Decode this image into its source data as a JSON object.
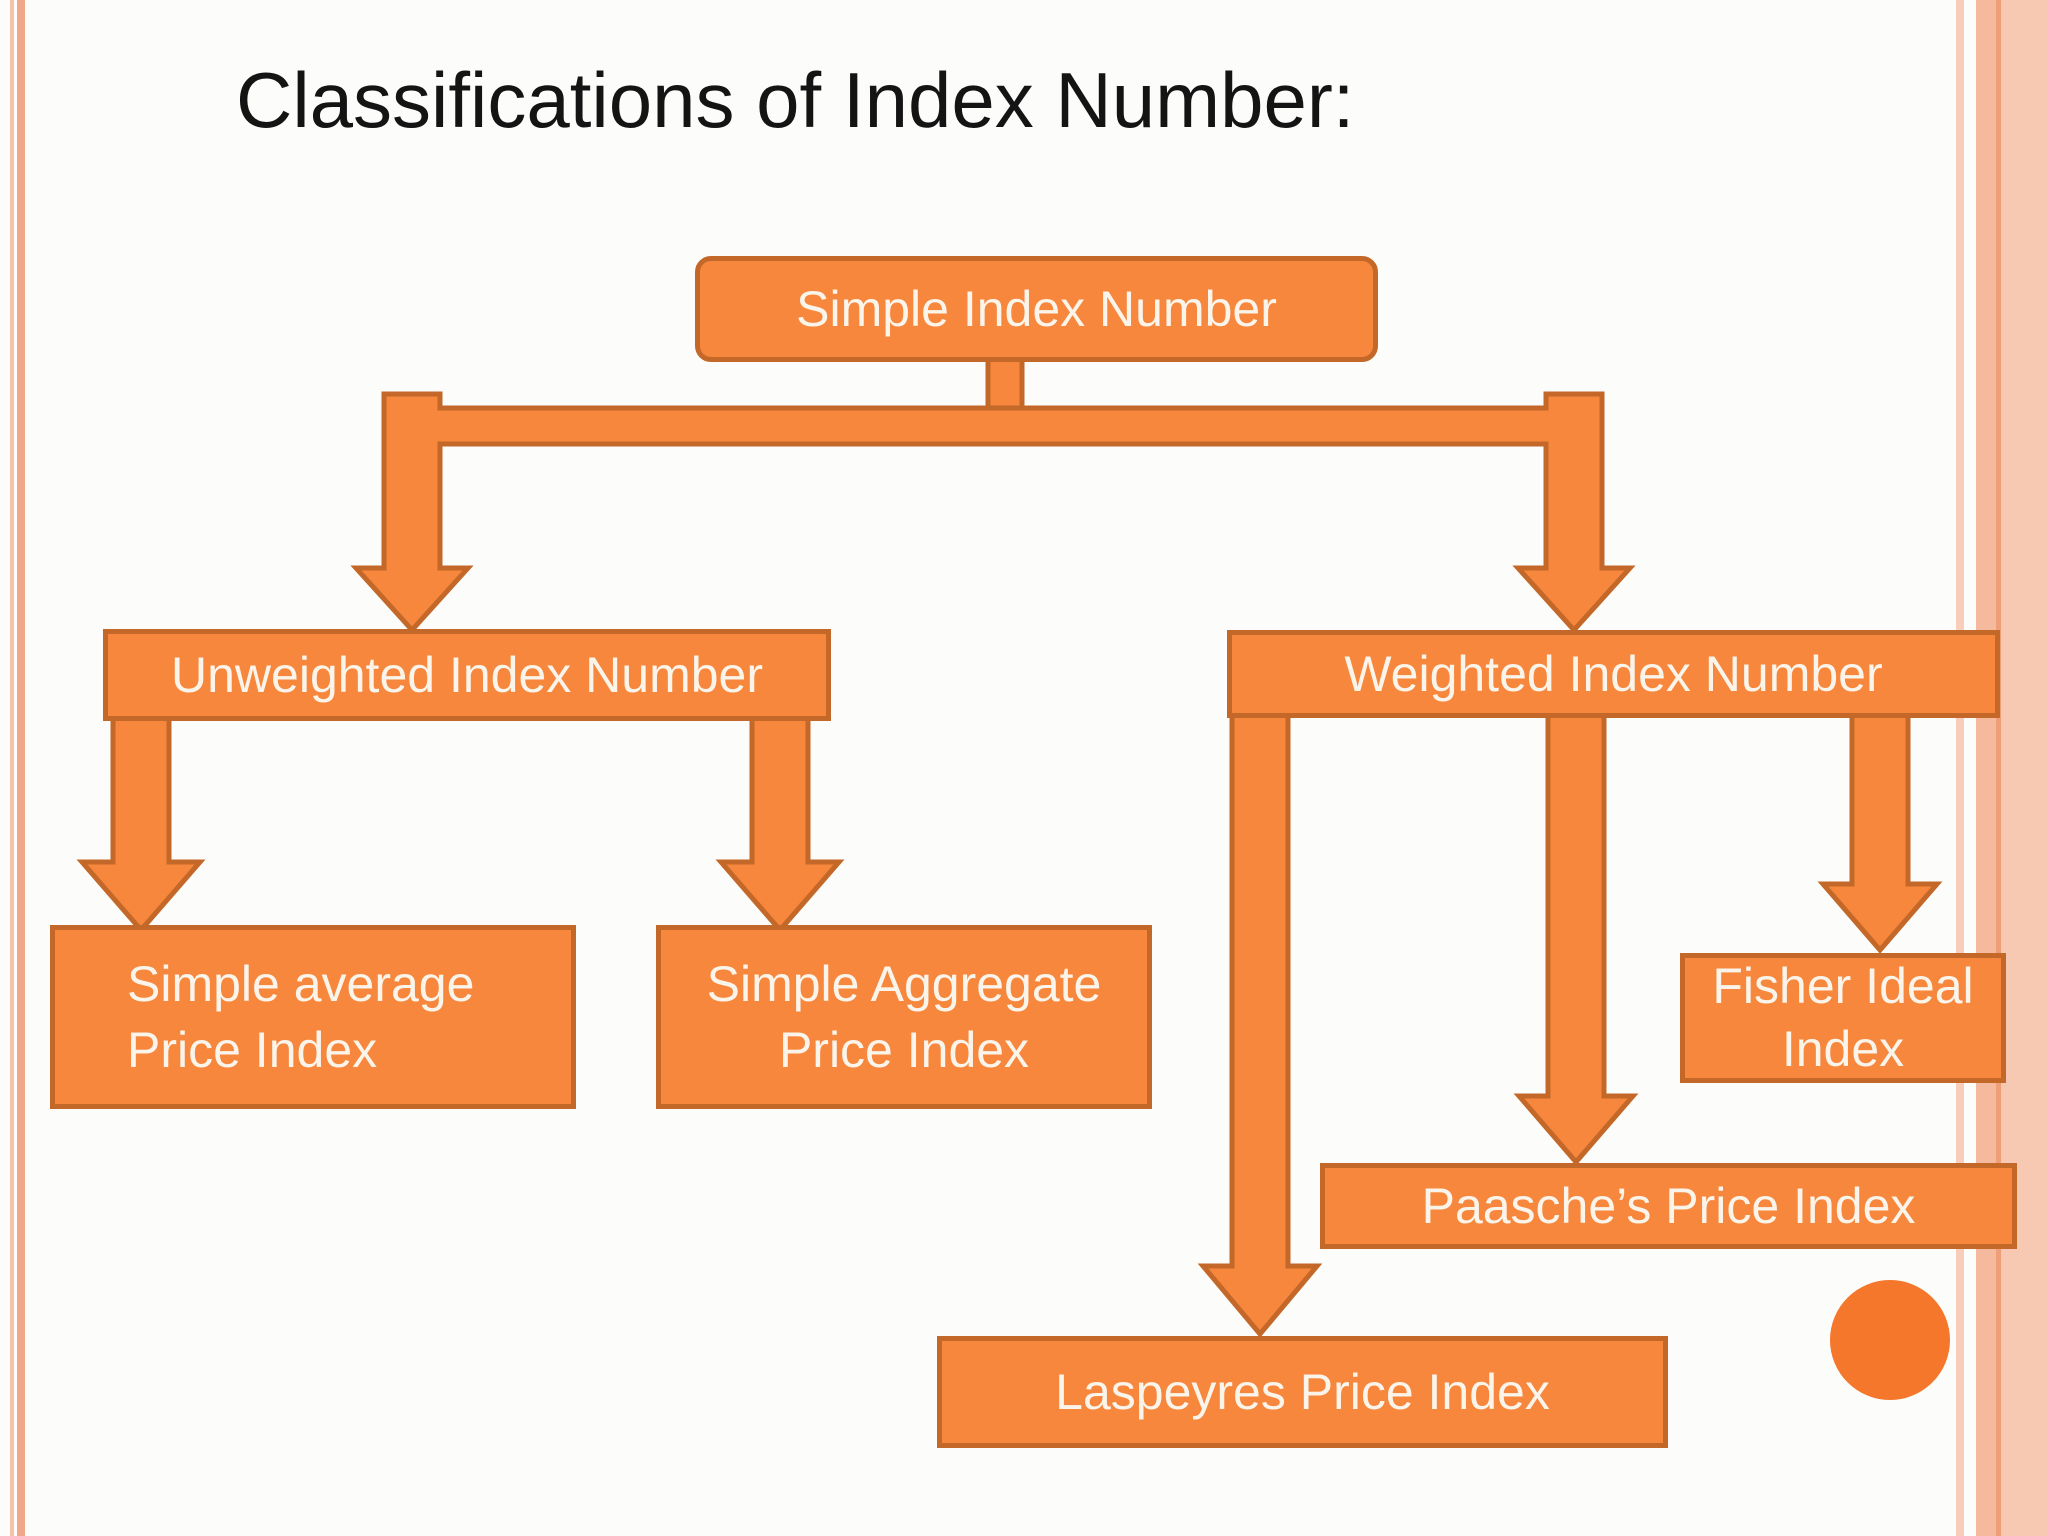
{
  "title": "Classifications of Index Number:",
  "colors": {
    "shape_fill": "#F6873C",
    "shape_border": "#C4682A",
    "shape_text": "#FBF4EA",
    "title_text": "#141414",
    "background": "#FCFDFA",
    "accent_circle": "#F5772B",
    "edge_stripe_light": "#F8C9B2",
    "edge_stripe_mid": "#F5B99E",
    "edge_stripe_dark": "#EE9F78"
  },
  "nodes": {
    "simple_index": {
      "label": "Simple Index Number"
    },
    "unweighted": {
      "label": "Unweighted Index Number"
    },
    "weighted": {
      "label": "Weighted Index Number"
    },
    "simple_average": {
      "line1": "Simple average",
      "line2": "Price Index"
    },
    "simple_aggregate": {
      "line1": "Simple Aggregate",
      "line2": "Price Index"
    },
    "fisher": {
      "line1": "Fisher Ideal",
      "line2": "Index"
    },
    "paasche": {
      "label": "Paasche’s Price Index"
    },
    "laspeyres": {
      "label": "Laspeyres Price Index"
    }
  },
  "edges": [
    {
      "from": "Simple Index Number",
      "to": "Unweighted Index Number"
    },
    {
      "from": "Simple Index Number",
      "to": "Weighted Index Number"
    },
    {
      "from": "Unweighted Index Number",
      "to": "Simple average Price Index"
    },
    {
      "from": "Unweighted Index Number",
      "to": "Simple Aggregate Price Index"
    },
    {
      "from": "Weighted Index Number",
      "to": "Laspeyres Price Index"
    },
    {
      "from": "Weighted Index Number",
      "to": "Paasche’s Price Index"
    },
    {
      "from": "Weighted Index Number",
      "to": "Fisher Ideal Index"
    }
  ]
}
